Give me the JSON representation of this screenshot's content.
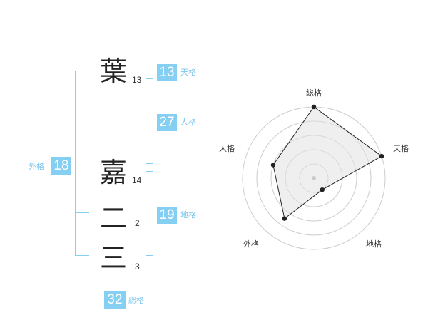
{
  "characters": [
    {
      "char": "葉",
      "strokes": "13"
    },
    {
      "char": "嘉",
      "strokes": "14"
    },
    {
      "char": "二",
      "strokes": "2"
    },
    {
      "char": "三",
      "strokes": "3"
    }
  ],
  "fortunes": {
    "tenkaku": {
      "value": "13",
      "label": "天格"
    },
    "jinkaku": {
      "value": "27",
      "label": "人格"
    },
    "chikaku": {
      "value": "19",
      "label": "地格"
    },
    "gaikaku": {
      "value": "18",
      "label": "外格"
    },
    "soukaku": {
      "value": "32",
      "label": "総格"
    }
  },
  "colors": {
    "accent": "#85cff3",
    "accent_text": "#7cc6ee",
    "radar_fill": "#f0f0f0",
    "radar_stroke": "#222222"
  },
  "chart_data": {
    "type": "radar",
    "axes": [
      "総格",
      "天格",
      "地格",
      "外格",
      "人格"
    ],
    "values": [
      5,
      5,
      1,
      3.5,
      3
    ],
    "max": 5,
    "rings": 5,
    "grid": true
  }
}
